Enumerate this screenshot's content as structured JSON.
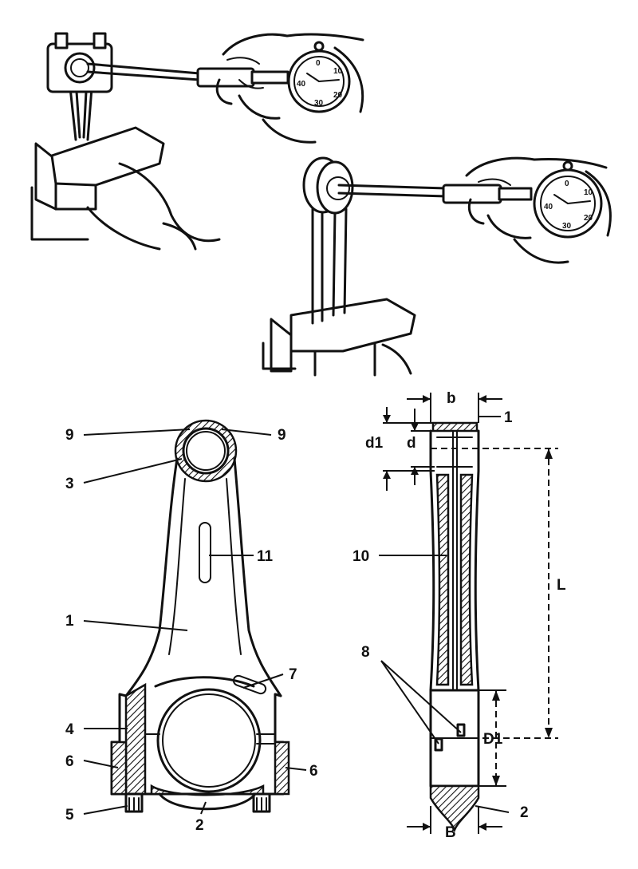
{
  "part_labels": {
    "n9_left": "9",
    "n9_right": "9",
    "n3": "3",
    "n11": "11",
    "n1_left": "1",
    "n7": "7",
    "n4": "4",
    "n6_left": "6",
    "n6_right": "6",
    "n5": "5",
    "n2_left": "2",
    "n1_right": "1",
    "n10": "10",
    "n8": "8",
    "n2_right": "2"
  },
  "dimension_labels": {
    "b": "b",
    "d1": "d1",
    "d": "d",
    "L": "L",
    "D1": "D1",
    "B": "B"
  },
  "dial_gauge": {
    "scale_numbers": [
      "0",
      "10",
      "20",
      "30",
      "40"
    ]
  }
}
